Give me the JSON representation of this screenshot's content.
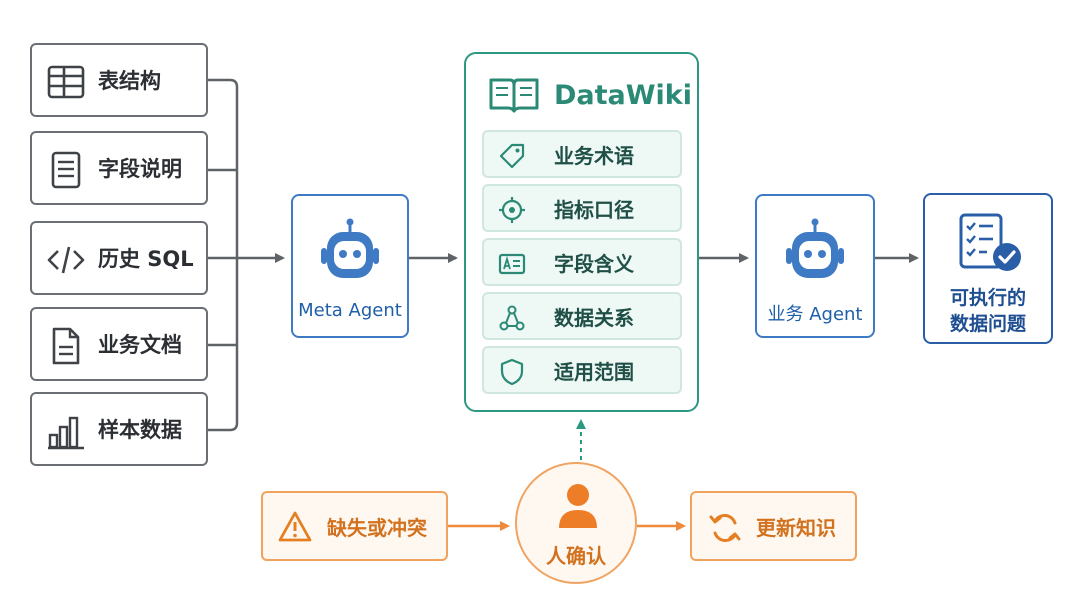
{
  "sources": [
    {
      "label": "表结构",
      "icon": "table-icon"
    },
    {
      "label": "字段说明",
      "icon": "document-lines-icon"
    },
    {
      "label": "历史 SQL",
      "icon": "code-icon"
    },
    {
      "label": "业务文档",
      "icon": "file-icon"
    },
    {
      "label": "样本数据",
      "icon": "bar-chart-icon"
    }
  ],
  "meta_agent": {
    "label": "Meta Agent",
    "icon": "robot-icon"
  },
  "datawiki": {
    "title": "DataWiki",
    "icon": "open-book-icon",
    "items": [
      {
        "label": "业务术语",
        "icon": "tag-icon"
      },
      {
        "label": "指标口径",
        "icon": "target-icon"
      },
      {
        "label": "字段含义",
        "icon": "id-card-icon"
      },
      {
        "label": "数据关系",
        "icon": "network-icon"
      },
      {
        "label": "适用范围",
        "icon": "shield-icon"
      }
    ]
  },
  "business_agent": {
    "label": "业务 Agent",
    "icon": "robot-icon"
  },
  "result": {
    "line1": "可执行的",
    "line2": "数据问题",
    "icon": "checklist-icon"
  },
  "feedback": {
    "missing": {
      "label": "缺失或冲突",
      "icon": "warning-icon"
    },
    "human": {
      "label": "人确认",
      "icon": "person-icon"
    },
    "update": {
      "label": "更新知识",
      "icon": "refresh-icon"
    }
  },
  "colors": {
    "gray": "#6b6e73",
    "blue": "#3f7ac4",
    "teal": "#2c9882",
    "orange": "#f0a463",
    "navy": "#2a5fa8"
  }
}
